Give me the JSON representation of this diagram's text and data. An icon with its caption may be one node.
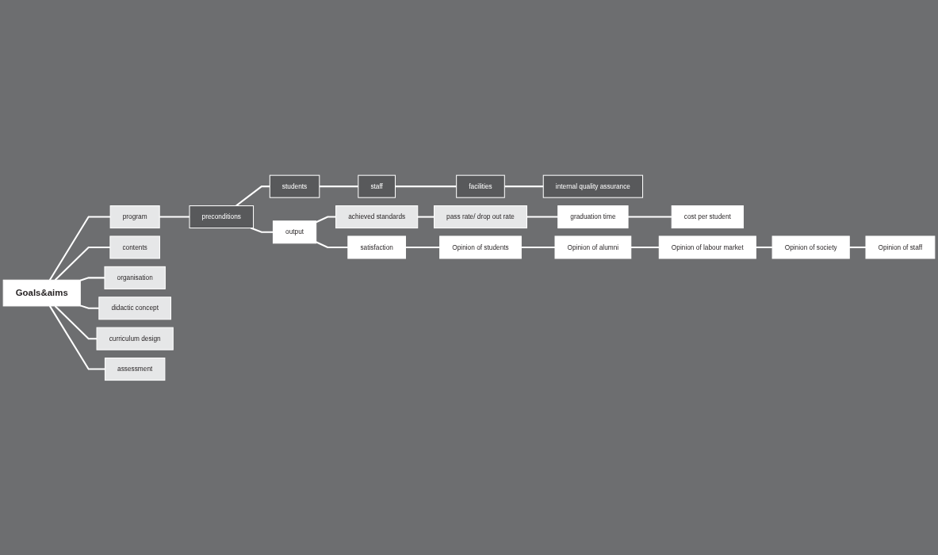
{
  "diagram": {
    "nodes": [
      {
        "text": [
          "Goals&aims"
        ]
      },
      {
        "text": [
          "program"
        ]
      },
      {
        "text": [
          "contents"
        ]
      },
      {
        "text": [
          "organisation"
        ]
      },
      {
        "text": [
          "didactic concept"
        ]
      },
      {
        "text": [
          "curriculum design"
        ]
      },
      {
        "text": [
          "assessment"
        ]
      },
      {
        "text": [
          "preconditions"
        ]
      },
      {
        "text": [
          "students"
        ]
      },
      {
        "text": [
          "staff"
        ]
      },
      {
        "text": [
          "facilities"
        ]
      },
      {
        "text": [
          "internal quality assurance"
        ]
      },
      {
        "text": [
          "output"
        ]
      },
      {
        "text": [
          "achieved standards"
        ]
      },
      {
        "text": [
          "pass rate/ drop out rate"
        ]
      },
      {
        "text": [
          "graduation time"
        ]
      },
      {
        "text": [
          "cost per student"
        ]
      },
      {
        "text": [
          "satisfaction"
        ]
      },
      {
        "text": [
          "Opinion of students"
        ]
      },
      {
        "text": [
          "Opinion of alumni"
        ]
      },
      {
        "text": [
          "Opinion of labour market"
        ]
      },
      {
        "text": [
          "Opinion of society"
        ]
      },
      {
        "text": [
          "Opinion of staff"
        ]
      }
    ],
    "edges": [
      {
        "from": 0,
        "to": 1,
        "arrow": "none"
      },
      {
        "from": 0,
        "to": 2,
        "arrow": "none"
      },
      {
        "from": 0,
        "to": 3,
        "arrow": "none"
      },
      {
        "from": 0,
        "to": 4,
        "arrow": "none"
      },
      {
        "from": 0,
        "to": 5,
        "arrow": "none"
      },
      {
        "from": 0,
        "to": 6,
        "arrow": "none"
      },
      {
        "from": 1,
        "to": 7,
        "arrow": "none"
      },
      {
        "from": 7,
        "to": 8,
        "arrow": "none"
      },
      {
        "from": 8,
        "to": 9,
        "arrow": "none"
      },
      {
        "from": 9,
        "to": 10,
        "arrow": "none"
      },
      {
        "from": 10,
        "to": 11,
        "arrow": "none"
      },
      {
        "from": 7,
        "to": 12,
        "arrow": "none"
      },
      {
        "from": 12,
        "to": 13,
        "arrow": "none"
      },
      {
        "from": 13,
        "to": 14,
        "arrow": "none"
      },
      {
        "from": 14,
        "to": 15,
        "arrow": "none"
      },
      {
        "from": 15,
        "to": 16,
        "arrow": "none"
      },
      {
        "from": 12,
        "to": 17,
        "arrow": "none"
      },
      {
        "from": 17,
        "to": 18,
        "arrow": "none"
      },
      {
        "from": 18,
        "to": 19,
        "arrow": "none"
      },
      {
        "from": 19,
        "to": 20,
        "arrow": "none"
      },
      {
        "from": 20,
        "to": 21,
        "arrow": "none"
      },
      {
        "from": 21,
        "to": 22,
        "arrow": "none"
      }
    ]
  }
}
